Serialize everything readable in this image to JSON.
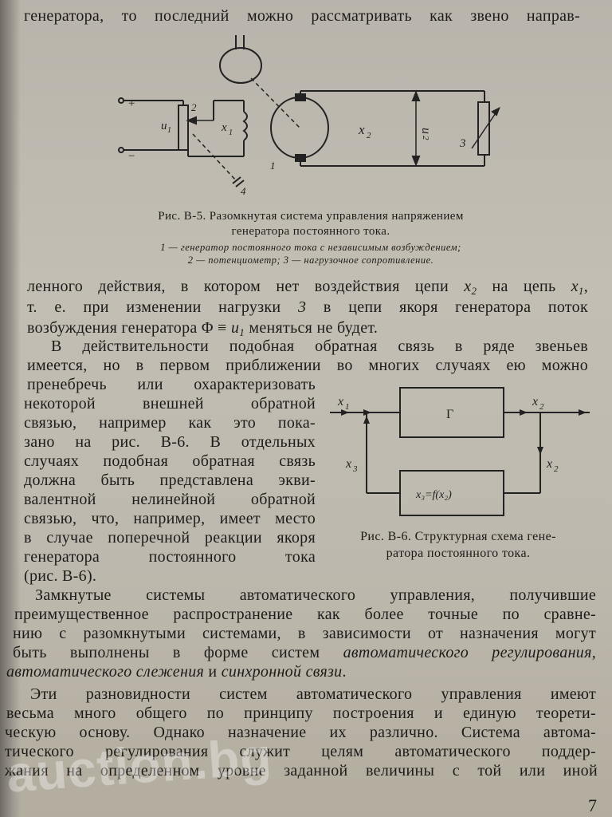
{
  "top_text": {
    "line1": "генератора, то последний можно рассматривать как звено направ-"
  },
  "figure_b5": {
    "labels": {
      "plus": "+",
      "minus": "−",
      "u1": "u",
      "u1_sub": "1",
      "pot_num": "2",
      "x1": "x",
      "x1_sub": "1",
      "x2": "x",
      "x2_sub": "2",
      "u2": "u",
      "u2_sub": "2",
      "load_num": "3",
      "gen_num": "1",
      "arrow_num": "4"
    },
    "caption_line1": "Рис. В-5. Разомкнутая система управления напряжением",
    "caption_line2": "генератора постоянного тока.",
    "legend_line1": "1 — генератор постоянного тока с независимым возбуждением;",
    "legend_line2": "2 — потенциометр; 3 — нагрузочное сопротивление."
  },
  "paragraph1": {
    "line1_a": "ленного действия, в котором нет воздействия цепи",
    "line1_x2": "x",
    "line1_x2_sub": "2",
    "line1_b": "на цепь",
    "line1_x1": "x",
    "line1_x1_sub": "1",
    "line1_c": ",",
    "line2_a": "т. е. при изменении нагрузки",
    "line2_num": "3",
    "line2_b": "в цепи якоря генератора поток",
    "line3_a": "возбуждения генератора Φ ≡",
    "line3_u": "u",
    "line3_u_sub": "1",
    "line3_b": "меняться не будет."
  },
  "paragraph2": {
    "line1": "В действительности подобная обратная связь в ряде звеньев",
    "line2": "имеется, но в первом приближении во многих случаях ею можно",
    "line3": "пренебречь или охарактеризовать",
    "line4": "некоторой внешней обратной",
    "line5": "связью, например как это пока-",
    "line6": "зано на рис. В-6. В отдельных",
    "line7": "случаях подобная обратная связь",
    "line8": "должна быть представлена экви-",
    "line9": "валентной нелинейной обратной",
    "line10": "связью, что, например, имеет место",
    "line11": "в случае поперечной реакции якоря",
    "line12": "генератора постоянного тока",
    "line13": "(рис. В-6)."
  },
  "figure_b6": {
    "block_g": "Г",
    "feedback_block": "x₃=f(x₂)",
    "x1": "x",
    "x1_sub": "1",
    "x2_out": "x",
    "x2_out_sub": "2",
    "x2_down": "x",
    "x2_down_sub": "2",
    "x3": "x",
    "x3_sub": "3",
    "caption_line1": "Рис. В-6. Структурная схема гене-",
    "caption_line2": "ратора постоянного тока."
  },
  "paragraph3": {
    "line1": "Замкнутые системы автоматического управления, получившие",
    "line2": "преимущественное распространение как более точные по сравне-",
    "line3": "нию с разомкнутыми системами, в зависимости от назначения могут",
    "line4_a": "быть выполнены в форме систем",
    "line4_it": "автоматического регулирования,",
    "line5_it1": "автоматического слежения",
    "line5_b": "и",
    "line5_it2": "синхронной связи",
    "line5_c": "."
  },
  "paragraph4": {
    "line1": "Эти разновидности систем автоматического управления имеют",
    "line2": "весьма много общего по принципу построения и единую теорети-",
    "line3": "ческую основу. Однако назначение их различно. Система автома-",
    "line4": "тического регулирования служит целям автоматического поддер-",
    "line5": "жания на определенном уровне заданной величины с той или иной"
  },
  "page_number": "7",
  "watermark": "auction.bg"
}
